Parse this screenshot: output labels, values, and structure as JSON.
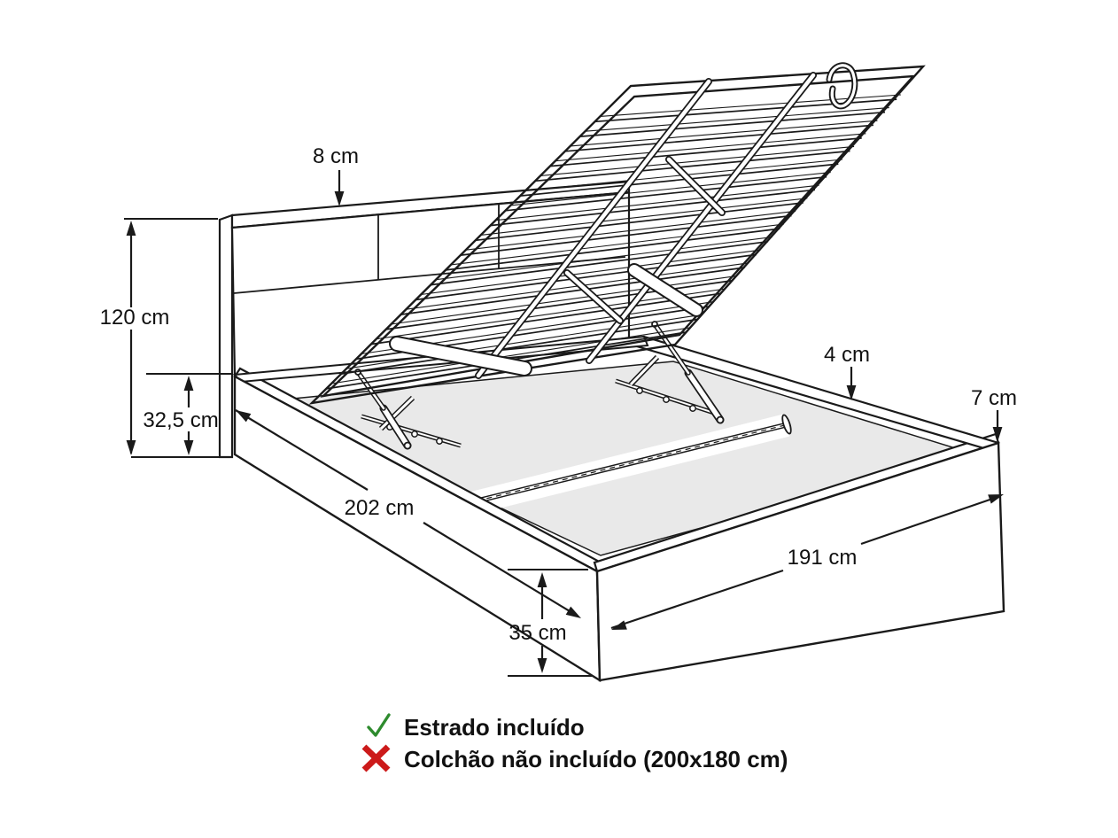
{
  "title": "Storage bed dimensions diagram",
  "dimensions": {
    "headboard_thickness": "8 cm",
    "headboard_height": "120 cm",
    "storage_depth": "32,5 cm",
    "bed_length": "202 cm",
    "frame_rim_thickness": "4 cm",
    "corner_height": "7 cm",
    "bed_width": "191 cm",
    "base_height": "35 cm"
  },
  "legend": {
    "items": [
      {
        "icon": "check",
        "text": "Estrado incluído",
        "color": "#2e8b2e"
      },
      {
        "icon": "cross",
        "text": "Colchão não incluído (200x180 cm)",
        "color": "#cc1a1a"
      }
    ]
  },
  "colors": {
    "line": "#1a1a1a",
    "floor": "#e9e9e9",
    "background": "#ffffff",
    "check": "#2e8b2e",
    "cross": "#cc1a1a"
  }
}
